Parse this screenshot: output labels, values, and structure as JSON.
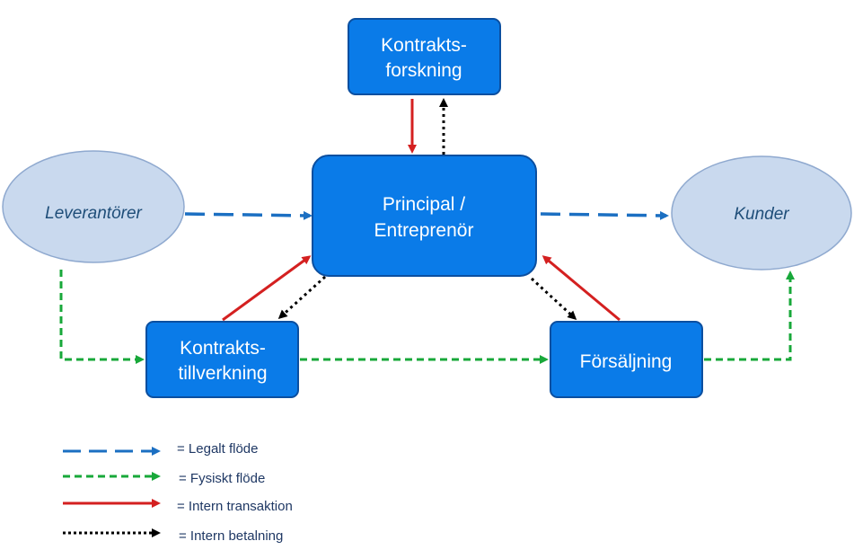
{
  "nodes": {
    "research": {
      "line1": "Kontrakts-",
      "line2": "forskning"
    },
    "principal": {
      "line1": "Principal /",
      "line2": "Entreprenör"
    },
    "manufacturing": {
      "line1": "Kontrakts-",
      "line2": "tillverkning"
    },
    "sales": {
      "label": "Försäljning"
    },
    "suppliers": {
      "label": "Leverantörer"
    },
    "customers": {
      "label": "Kunder"
    }
  },
  "legend": {
    "legal": "= Legalt flöde",
    "physical": "= Fysiskt flöde",
    "transaction": "= Intern transaktion",
    "payment": "= Intern betalning"
  },
  "colors": {
    "box_fill": "#0a7be8",
    "box_stroke": "#0b4fa0",
    "ellipse_fill": "#c9d9ee",
    "ellipse_stroke": "#8fa9cf",
    "legal_flow": "#1b6fc2",
    "physical_flow": "#18a83a",
    "internal_transaction": "#d42020",
    "internal_payment": "#000000"
  },
  "edges": [
    {
      "from": "suppliers",
      "to": "principal",
      "kind": "legal"
    },
    {
      "from": "principal",
      "to": "customers",
      "kind": "legal"
    },
    {
      "from": "research",
      "to": "principal",
      "kind": "transaction"
    },
    {
      "from": "principal",
      "to": "research",
      "kind": "payment"
    },
    {
      "from": "manufacturing",
      "to": "principal",
      "kind": "transaction"
    },
    {
      "from": "principal",
      "to": "manufacturing",
      "kind": "payment"
    },
    {
      "from": "sales",
      "to": "principal",
      "kind": "transaction"
    },
    {
      "from": "principal",
      "to": "sales",
      "kind": "payment"
    },
    {
      "from": "suppliers",
      "to": "manufacturing",
      "kind": "physical"
    },
    {
      "from": "manufacturing",
      "to": "sales",
      "kind": "physical"
    },
    {
      "from": "sales",
      "to": "customers",
      "kind": "physical"
    }
  ]
}
